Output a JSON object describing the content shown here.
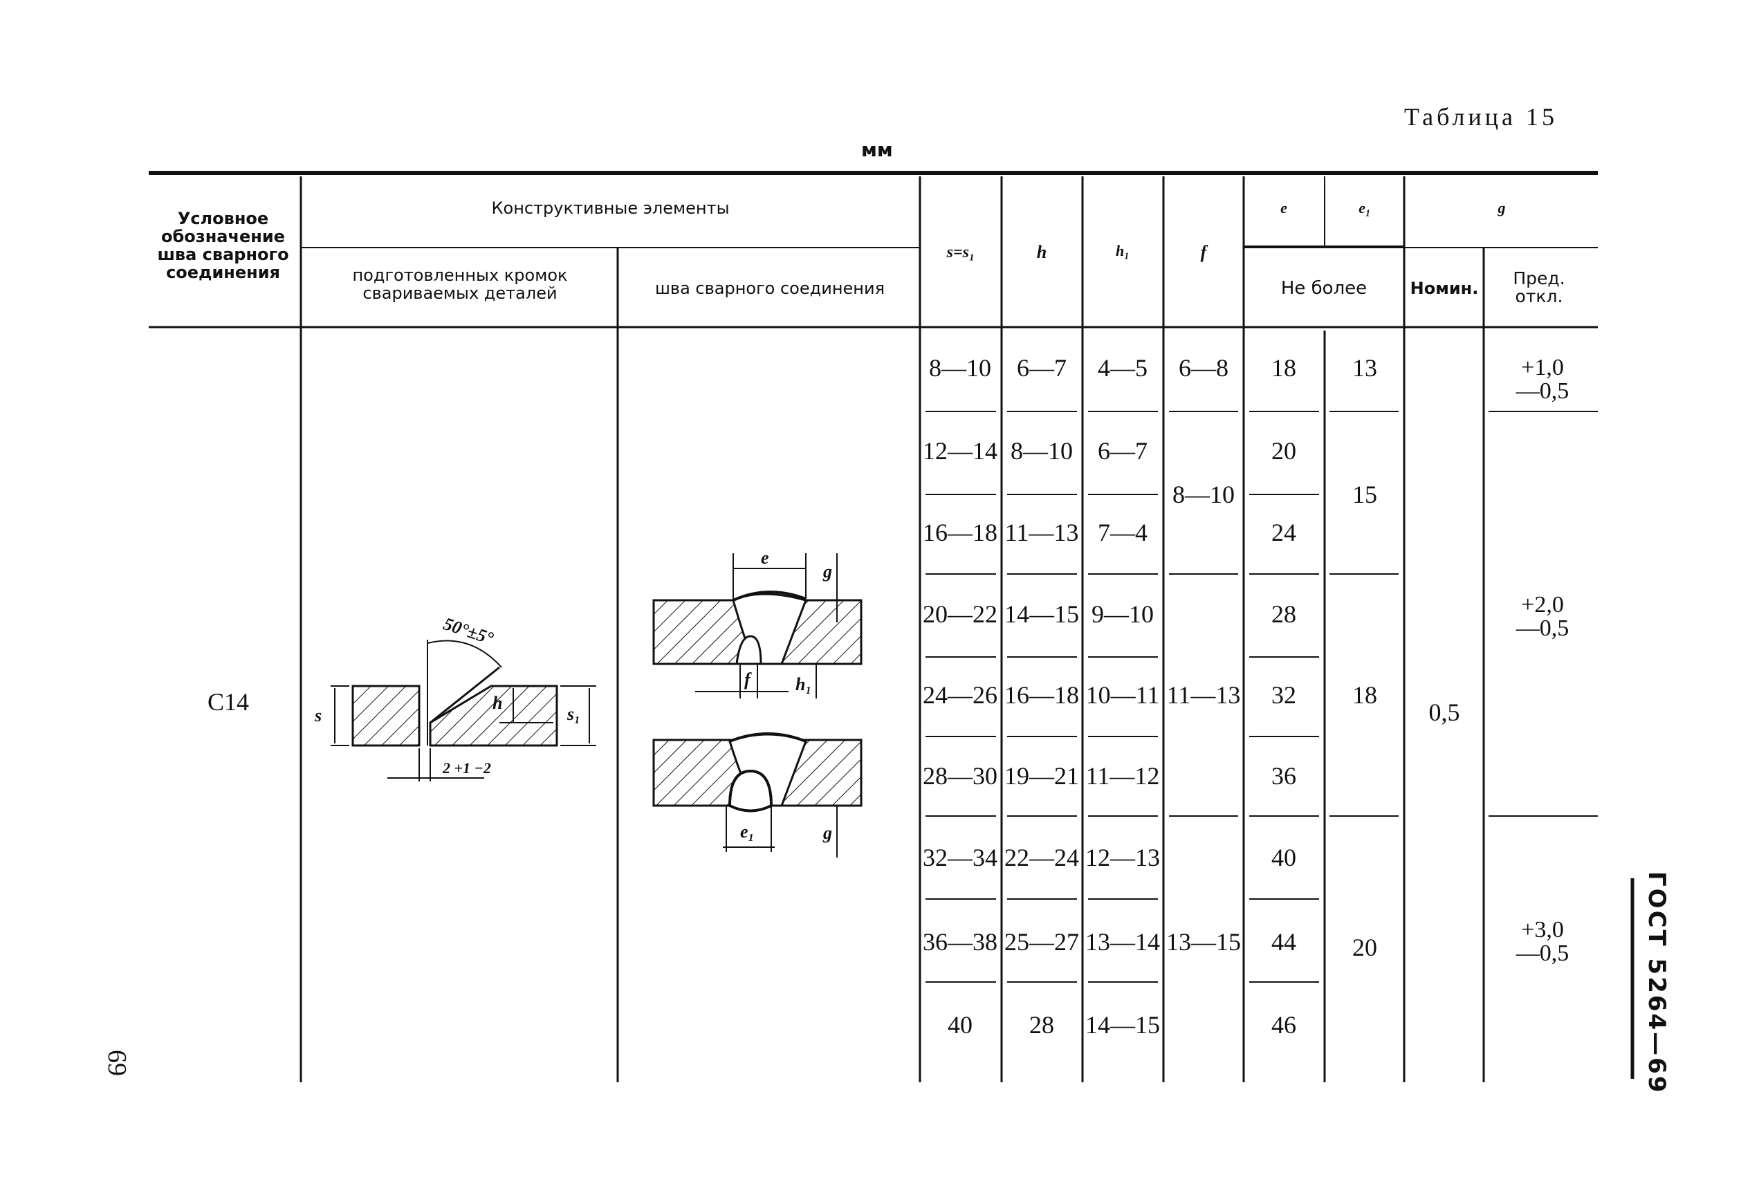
{
  "table_label": "Таблица 15",
  "units": "мм",
  "page_number": "69",
  "side_label": "ГОСТ 5264—69",
  "headers": {
    "designation": "Условное обозначение шва сварного соединения",
    "constructive": "Конструктивные элементы",
    "prepared_edges": "подготовленных кромок свариваемых деталей",
    "weld_seam": "шва сварного соединения",
    "s": "s=s₁",
    "h": "h",
    "h1": "h₁",
    "f": "f",
    "e": "e",
    "e1": "e₁",
    "g": "g",
    "not_more": "Не более",
    "nominal": "Номин.",
    "deviation": "Пред. откл."
  },
  "designation_value": "С14",
  "drawing_labels": {
    "angle": "50°±5°",
    "s": "s",
    "s1": "s₁",
    "h": "h",
    "gap": "2 +1 −2",
    "e": "e",
    "e1": "e₁",
    "f": "f",
    "h1": "h₁",
    "g_top": "g",
    "g_bottom": "g"
  },
  "rows": [
    {
      "s": "8—10",
      "h": "6—7",
      "h1": "4—5"
    },
    {
      "s": "12—14",
      "h": "8—10",
      "h1": "6—7"
    },
    {
      "s": "16—18",
      "h": "11—13",
      "h1": "7—4"
    },
    {
      "s": "20—22",
      "h": "14—15",
      "h1": "9—10"
    },
    {
      "s": "24—26",
      "h": "16—18",
      "h1": "10—11"
    },
    {
      "s": "28—30",
      "h": "19—21",
      "h1": "11—12"
    },
    {
      "s": "32—34",
      "h": "22—24",
      "h1": "12—13"
    },
    {
      "s": "36—38",
      "h": "25—27",
      "h1": "13—14"
    },
    {
      "s": "40",
      "h": "28",
      "h1": "14—15"
    }
  ],
  "f_groups": [
    "6—8",
    "8—10",
    "11—13",
    "13—15"
  ],
  "e_values": [
    "18",
    "20",
    "24",
    "28",
    "32",
    "36",
    "40",
    "44",
    "46"
  ],
  "e1_groups": [
    "13",
    "15",
    "18",
    "20"
  ],
  "g_nominal": "0,5",
  "g_deviation": [
    {
      "plus": "+1,0",
      "minus": "—0,5"
    },
    {
      "plus": "+2,0",
      "minus": "—0,5"
    },
    {
      "plus": "+3,0",
      "minus": "—0,5"
    }
  ]
}
